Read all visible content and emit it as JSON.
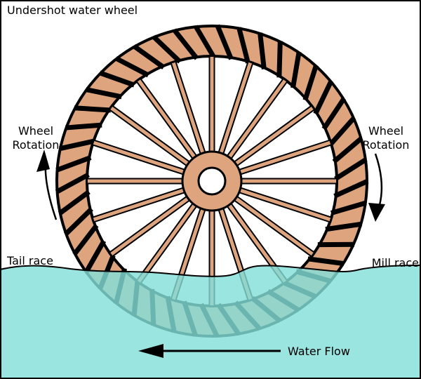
{
  "title": "Undershot water wheel",
  "labels": {
    "tail_race": "Tail race",
    "mill_race": "Mill race",
    "water_flow": "Water Flow",
    "wheel_rotation_left": {
      "line1": "Wheel",
      "line2": "Rotation"
    },
    "wheel_rotation_right": {
      "line1": "Wheel",
      "line2": "Rotation"
    }
  },
  "wheel": {
    "spoke_count": 20,
    "paddle_count": 45
  },
  "arrows": {
    "left_rotation_direction": "up",
    "right_rotation_direction": "down",
    "water_flow_direction": "left"
  },
  "colors": {
    "wood": "#DEA47E",
    "outline": "#000000",
    "water": "#84DFDA",
    "background": "#FFFFFF"
  }
}
